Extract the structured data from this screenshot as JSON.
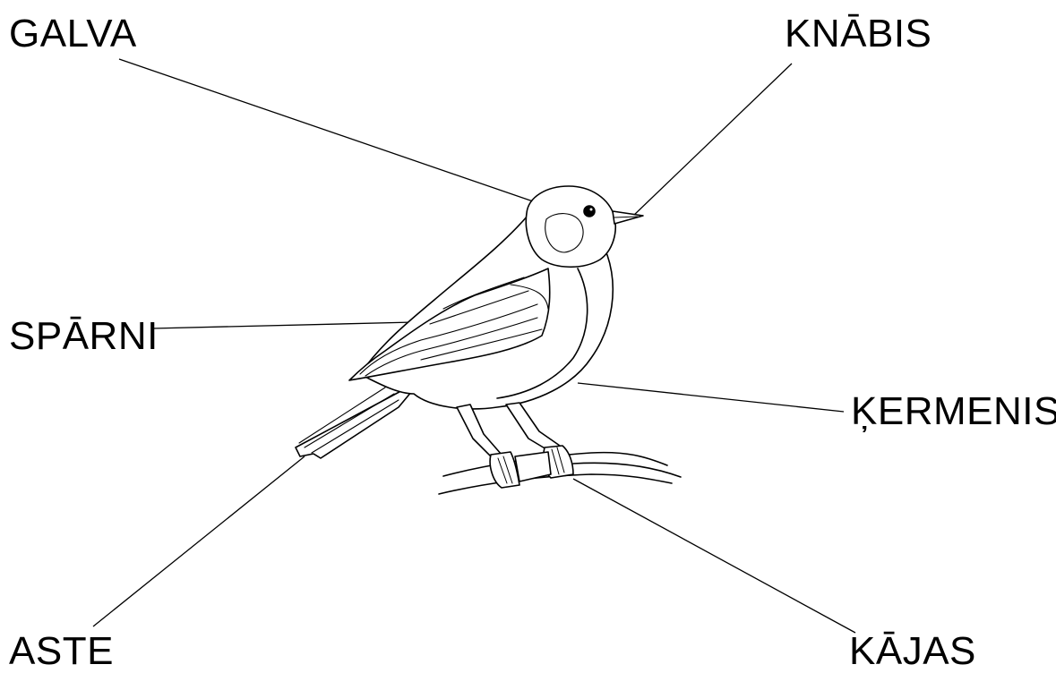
{
  "labels": {
    "galva": "GALVA",
    "knabis": "KNĀBIS",
    "sparni": "SPĀRNI",
    "kermenis": "ĶERMENIS",
    "aste": "ASTE",
    "kajas": "KĀJAS"
  },
  "colors": {
    "line": "#000000",
    "background": "#ffffff"
  }
}
